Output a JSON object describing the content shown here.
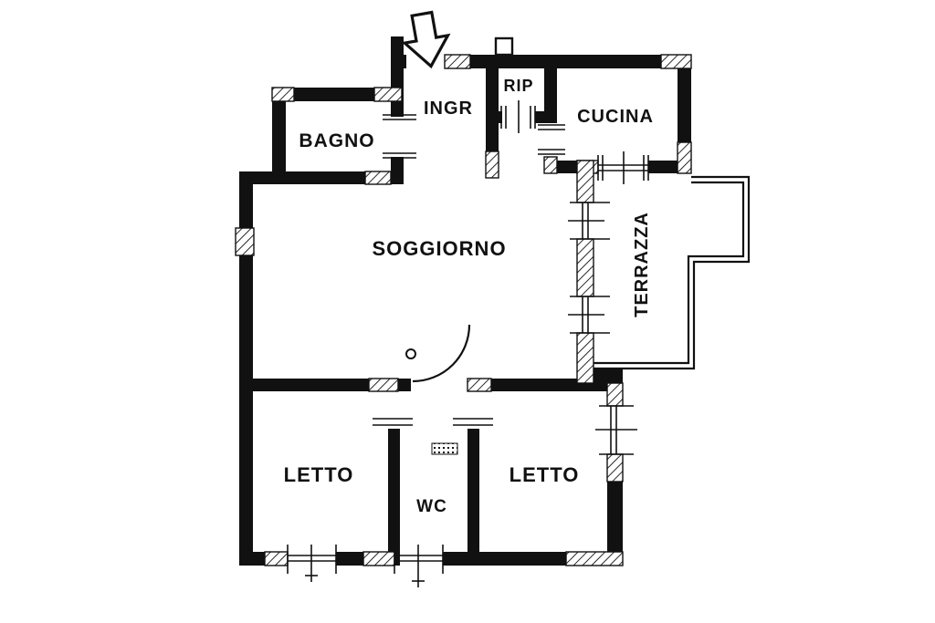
{
  "colors": {
    "wall": "#111111",
    "background": "#ffffff"
  },
  "icons": {
    "entrance_arrow": "outlined-down-arrow"
  },
  "floorplan": {
    "rooms": {
      "ingr": "INGR",
      "rip": "RIP",
      "cucina": "CUCINA",
      "bagno": "BAGNO",
      "soggiorno": "SOGGIORNO",
      "terrazza": "TERRAZZA",
      "letto_left": "LETTO",
      "wc": "WC",
      "letto_right": "LETTO"
    }
  }
}
